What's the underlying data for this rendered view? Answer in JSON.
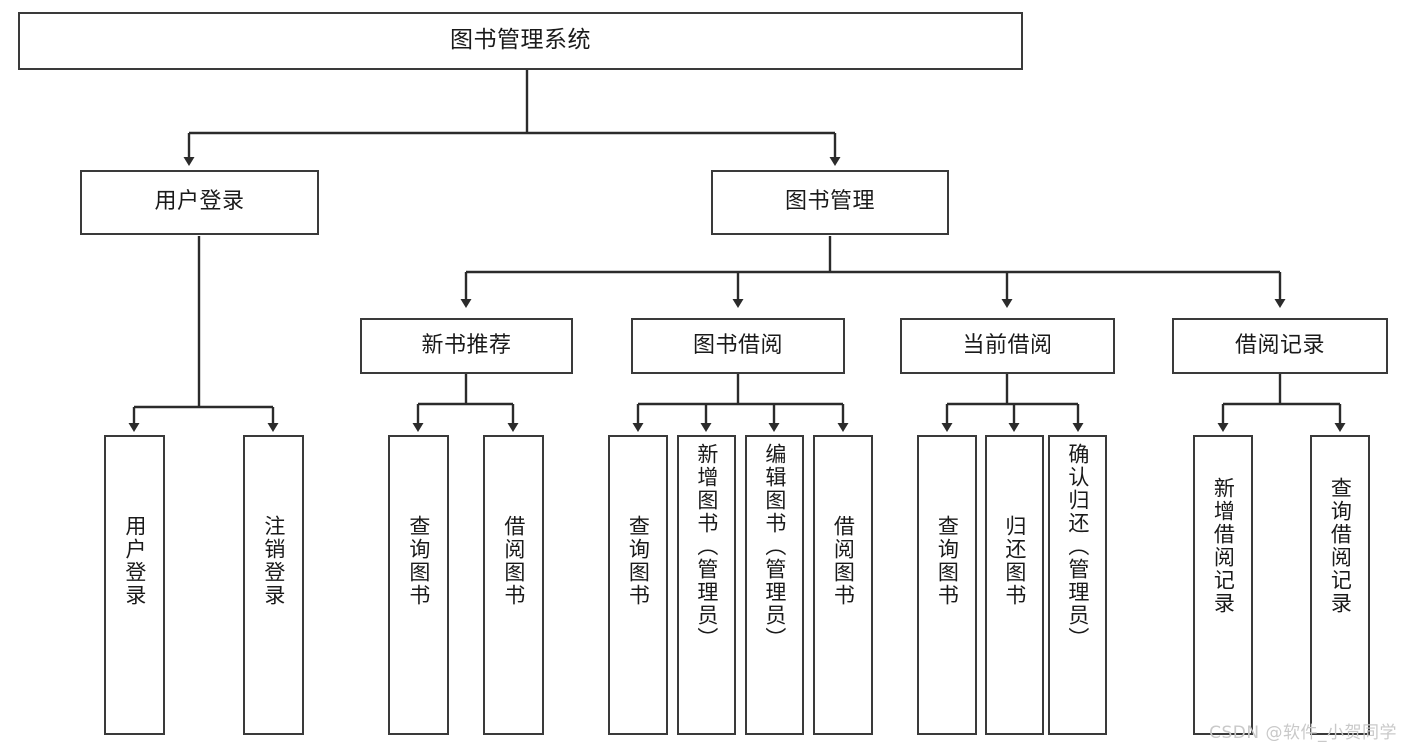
{
  "diagram": {
    "type": "tree",
    "title": "图书管理系统",
    "watermark": "CSDN @软件_小贺同学",
    "colors": {
      "box_border": "#3a3a3a",
      "box_fill": "#ffffff",
      "edge": "#2b2b2b",
      "text": "#1a1a1a",
      "watermark": "#c9c9c9"
    },
    "root": {
      "label": "图书管理系统"
    },
    "level2": [
      {
        "id": "user-login",
        "label": "用户登录"
      },
      {
        "id": "book-manage",
        "label": "图书管理"
      }
    ],
    "level3": [
      {
        "id": "new-book-rec",
        "label": "新书推荐"
      },
      {
        "id": "book-borrow",
        "label": "图书借阅"
      },
      {
        "id": "current-borrow",
        "label": "当前借阅"
      },
      {
        "id": "borrow-record",
        "label": "借阅记录"
      }
    ],
    "leaves": {
      "user-login": [
        {
          "id": "leaf-user-login",
          "label": "用户登录"
        },
        {
          "id": "leaf-logout-login",
          "label": "注销登录"
        }
      ],
      "new-book-rec": [
        {
          "id": "leaf-query-book-1",
          "label": "查询图书"
        },
        {
          "id": "leaf-borrow-book-1",
          "label": "借阅图书"
        }
      ],
      "book-borrow": [
        {
          "id": "leaf-query-book-2",
          "label": "查询图书"
        },
        {
          "id": "leaf-add-book",
          "label": "新增图书（管理员）"
        },
        {
          "id": "leaf-edit-book",
          "label": "编辑图书（管理员）"
        },
        {
          "id": "leaf-borrow-book-2",
          "label": "借阅图书"
        }
      ],
      "current-borrow": [
        {
          "id": "leaf-query-book-3",
          "label": "查询图书"
        },
        {
          "id": "leaf-return-book",
          "label": "归还图书"
        },
        {
          "id": "leaf-confirm-return",
          "label": "确认归还（管理员）"
        }
      ],
      "borrow-record": [
        {
          "id": "leaf-add-record",
          "label": "新增借阅记录"
        },
        {
          "id": "leaf-query-record",
          "label": "查询借阅记录"
        }
      ]
    }
  }
}
